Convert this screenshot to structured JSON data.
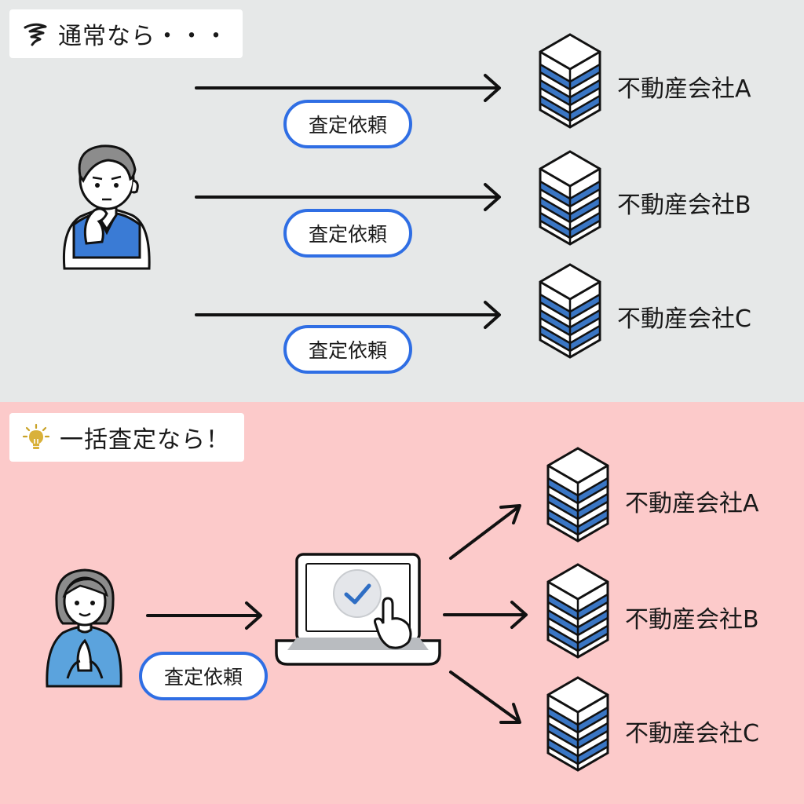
{
  "normal": {
    "title": "通常なら・・・",
    "icon": "confused-swirl-icon",
    "request_labels": [
      "査定依頼",
      "査定依頼",
      "査定依頼"
    ],
    "companies": [
      "不動産会社A",
      "不動産会社B",
      "不動産会社C"
    ]
  },
  "bulk": {
    "title": "一括査定なら！",
    "icon": "lightbulb-icon",
    "request_label": "査定依頼",
    "companies": [
      "不動産会社A",
      "不動産会社B",
      "不動産会社C"
    ]
  },
  "colors": {
    "top_bg": "#e6e8e8",
    "bottom_bg": "#fccaca",
    "accent_blue": "#2f6ee4",
    "stripe_blue": "#3a76c4"
  }
}
